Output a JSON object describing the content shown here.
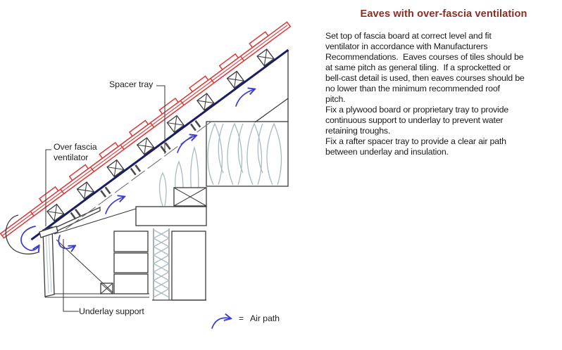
{
  "article": {
    "title": "Eaves with over-fascia ventilation",
    "title_color": "#8a2f26",
    "body_text": "Set top of fascia board at correct level and fit\nventilator in accordance with Manufacturers\nRecommendations.  Eaves courses of tiles should be\nat same pitch as general tiling.  If a sprocketted or\nbell-cast detail is used, then eaves courses should be\nno lower than the minimum recommended roof\npitch.\nFix a plywood board or proprietary tray to provide\ncontinuous support to underlay to prevent water\nretaining troughs.\nFix a rafter spacer tray to provide a clear air path\nbetween underlay and insulation."
  },
  "diagram": {
    "labels": {
      "spacer_tray": "Spacer tray",
      "over_fascia_ventilator": "Over fascia\nventilator",
      "underlay_support": "Underlay support"
    },
    "legend": {
      "equals": "=",
      "air_path": "Air path"
    },
    "icons": {
      "air_path_arrow": "curved-blue-arrow-icon"
    },
    "colors": {
      "title_color": "#8a2f26",
      "tile_red": "#d93b3b",
      "underlay_navy": "#1b1b66",
      "air_path_blue": "#3b3bd0",
      "line_dark": "#3a3a3a",
      "insulation_gray": "#a8bcc0"
    }
  }
}
